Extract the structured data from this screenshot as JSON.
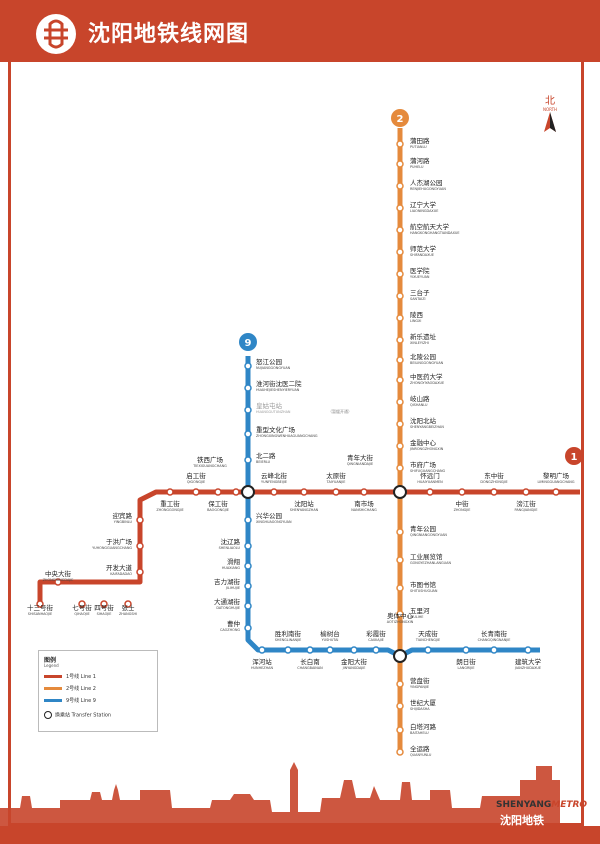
{
  "title": "沈阳地铁线网图",
  "north": {
    "zh": "北",
    "en": "NORTH"
  },
  "colors": {
    "line1": "#c8452b",
    "line2": "#e58a3c",
    "line9": "#2f86c6",
    "header": "#c8452b"
  },
  "lines": [
    {
      "id": "1",
      "label": "1"
    },
    {
      "id": "2",
      "label": "2"
    },
    {
      "id": "9",
      "label": "9"
    }
  ],
  "stations": {
    "line2": [
      {
        "zh": "蒲田路",
        "en": "PUTIANLU"
      },
      {
        "zh": "蒲河路",
        "en": "PUHELU"
      },
      {
        "zh": "人杰湖公园",
        "en": "RENJIEHUGONGYUAN"
      },
      {
        "zh": "辽宁大学",
        "en": "LIAONINGDAXUE"
      },
      {
        "zh": "航空航天大学",
        "en": "HANGKONGHANGTIANDAXUE"
      },
      {
        "zh": "师范大学",
        "en": "SHIFANDAXUE"
      },
      {
        "zh": "医学院",
        "en": "YIXUEYUAN"
      },
      {
        "zh": "三台子",
        "en": "SANTAIZI"
      },
      {
        "zh": "陵西",
        "en": "LINGXI"
      },
      {
        "zh": "新乐遗址",
        "en": "XINLEYIZHI"
      },
      {
        "zh": "北陵公园",
        "en": "BEILINGGONGYUAN"
      },
      {
        "zh": "中医药大学",
        "en": "ZHONGYIYAODAXUE"
      },
      {
        "zh": "岐山路",
        "en": "QISHANLU"
      },
      {
        "zh": "沈阳北站",
        "en": "SHENYANGBEIZHAN"
      },
      {
        "zh": "金融中心",
        "en": "JINRONGZHONGXIN"
      },
      {
        "zh": "市府广场",
        "en": "SHIFUGUANGCHANG"
      },
      {
        "zh": "青年公园",
        "en": "QINGNIANGONGYUAN"
      },
      {
        "zh": "工业展览馆",
        "en": "GONGYEZHANLANGUAN"
      },
      {
        "zh": "市图书馆",
        "en": "SHITUSHUGUAN"
      },
      {
        "zh": "五里河",
        "en": "WULIHE"
      },
      {
        "zh": "营盘街",
        "en": "YINGPANJIE"
      },
      {
        "zh": "世纪大厦",
        "en": "SHIJIDASHA"
      },
      {
        "zh": "白塔河路",
        "en": "BAITAHELU"
      },
      {
        "zh": "全运路",
        "en": "QUANYUNLU"
      }
    ],
    "line9": [
      {
        "zh": "怒江公园",
        "en": "NUJIANGGONGYUAN"
      },
      {
        "zh": "淮河街沈医二院",
        "en": "HUAIHEJIESHENYIERYUAN"
      },
      {
        "zh": "皇姑屯站",
        "en": "HUANGGUTUNZHAN",
        "note": "（暂缓开通）"
      },
      {
        "zh": "重型文化广场",
        "en": "ZHONGXINGWENHUAGUANGCHANG"
      },
      {
        "zh": "北二路",
        "en": "BEIERLU"
      },
      {
        "zh": "兴华公园",
        "en": "XINGHUAGONGYUAN"
      },
      {
        "zh": "沈辽路",
        "en": "SHENLIAOLU"
      },
      {
        "zh": "滑翔",
        "en": "HUAXIANG"
      },
      {
        "zh": "吉力湖街",
        "en": "JILIHUJIE"
      },
      {
        "zh": "大通湖街",
        "en": "DATONGHUJIE"
      },
      {
        "zh": "曹仲",
        "en": "CAOZHONG"
      },
      {
        "zh": "浑河站",
        "en": "HUNHEZHAN"
      },
      {
        "zh": "胜利南街",
        "en": "SHENGLINANJIE"
      },
      {
        "zh": "长白南",
        "en": "CHANGBAINAN"
      },
      {
        "zh": "榆树台",
        "en": "YUSHUTAI"
      },
      {
        "zh": "金阳大街",
        "en": "JINYANGDAJIE"
      },
      {
        "zh": "彩霞街",
        "en": "CAIXIAJIE"
      },
      {
        "zh": "奥体中心",
        "en": "AOTIZHONGXIN"
      },
      {
        "zh": "天成街",
        "en": "TIANCHENGJIE"
      },
      {
        "zh": "朗日街",
        "en": "LANGRIJIE"
      },
      {
        "zh": "长青南街",
        "en": "CHANGQINGNANJIE"
      },
      {
        "zh": "建筑大学",
        "en": "JIANZHUDAXUE"
      }
    ],
    "line1": [
      {
        "zh": "十三号街",
        "en": "SHISANHAOJIE"
      },
      {
        "zh": "中央大街",
        "en": "ZHONGYANGDAJIE"
      },
      {
        "zh": "七号街",
        "en": "QIHAOJIE"
      },
      {
        "zh": "四号街",
        "en": "SIHAOJIE"
      },
      {
        "zh": "张士",
        "en": "ZHANGSHI"
      },
      {
        "zh": "开发大道",
        "en": "KAIFADADAO"
      },
      {
        "zh": "于洪广场",
        "en": "YUHONGGUANGCHANG"
      },
      {
        "zh": "迎宾路",
        "en": "YINGBINLU"
      },
      {
        "zh": "重工街",
        "en": "ZHONGGONGJIE"
      },
      {
        "zh": "启工街",
        "en": "QIGONGJIE"
      },
      {
        "zh": "保工街",
        "en": "BAOGONGJIE"
      },
      {
        "zh": "铁西广场",
        "en": "TIEXIGUANGCHANG"
      },
      {
        "zh": "云峰北街",
        "en": "YUNFENGBEIJIE"
      },
      {
        "zh": "沈阳站",
        "en": "SHENYANGZHAN"
      },
      {
        "zh": "太原街",
        "en": "TAIYUANJIE"
      },
      {
        "zh": "南市场",
        "en": "NANSHICHANG"
      },
      {
        "zh": "青年大街",
        "en": "QINGNIANDAJIE"
      },
      {
        "zh": "怀远门",
        "en": "HUAIYUANMEN"
      },
      {
        "zh": "中街",
        "en": "ZHONGJIE"
      },
      {
        "zh": "东中街",
        "en": "DONGZHONGJIE"
      },
      {
        "zh": "滂江街",
        "en": "PANGJIANGJIE"
      },
      {
        "zh": "黎明广场",
        "en": "LIMINGGUANGCHANG"
      }
    ]
  },
  "legend": {
    "title": "图例",
    "title_en": "Legend",
    "line1": "1号线 Line 1",
    "line2": "2号线 Line 2",
    "line9": "9号线 Line 9",
    "transfer": "换乘站 Transfer Station"
  },
  "brand": {
    "en_a": "SHENYANG",
    "en_b": "METRO",
    "zh": "沈阳地铁"
  }
}
